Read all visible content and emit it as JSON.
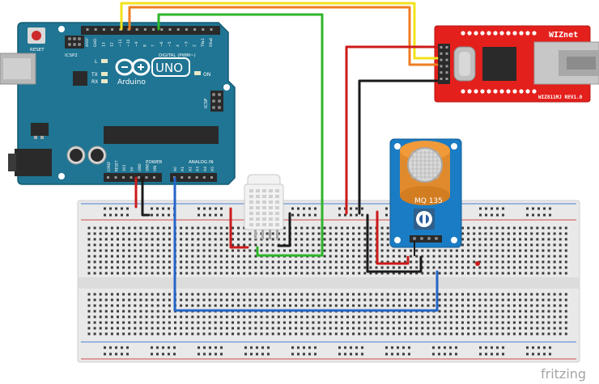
{
  "arduino": {
    "brand": "Arduino",
    "logo": "UNO",
    "reset_label": "RESET",
    "icsp2_label": "ICSP2",
    "icsp_label": "ICSP",
    "digital_label": "DIGITAL (PWM~)",
    "power_label": "POWER",
    "analog_label": "ANALOG IN",
    "led_labels": [
      "L",
      "TX",
      "RX"
    ],
    "on_label": "ON",
    "digital_pins": [
      "AREF",
      "GND",
      "13",
      "12",
      "~11",
      "~10",
      "~9",
      "8",
      "7",
      "~6",
      "~5",
      "4",
      "~3",
      "2",
      "TX▸1",
      "RX◂0"
    ],
    "power_pins": [
      "IOREF",
      "RESET",
      "3V3",
      "5V",
      "GND",
      "GND",
      "VIN"
    ],
    "analog_pins": [
      "A0",
      "A1",
      "A2",
      "A3",
      "A4",
      "A5"
    ]
  },
  "wiznet": {
    "brand": "WIZnet",
    "model": "WIZ811MJ REV1.0",
    "color": "#e4201c"
  },
  "mq135": {
    "label": "MQ 135",
    "board_color": "#1a7cc4",
    "cap_color": "#e08a2e"
  },
  "dht": {
    "color": "#f2f2f2"
  },
  "wires": {
    "yellow": "#f2e21b",
    "orange": "#ef7d21",
    "green": "#2fb52a",
    "red": "#cc1a1a",
    "black": "#1a1a1a",
    "blue": "#2466c8"
  },
  "watermark": "fritzing"
}
